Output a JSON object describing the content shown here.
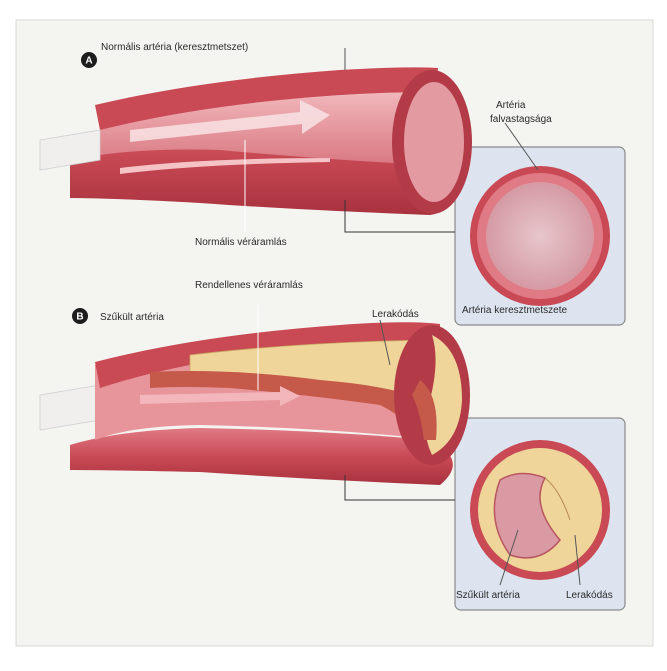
{
  "panel_a": {
    "badge": "A",
    "title": "Normális artéria (keresztmetszet)",
    "wall_label_line1": "Artéria",
    "wall_label_line2": "falvastagsága",
    "flow_label": "Normális véráramlás",
    "cross_section_label": "Artéria keresztmetszete"
  },
  "panel_b": {
    "badge": "B",
    "title": "Szűkült artéria",
    "flow_label": "Rendellenes véráramlás",
    "plaque_label": "Lerakódás",
    "narrowed_label": "Szűkült artéria",
    "plaque_label_2": "Lerakódás"
  },
  "colors": {
    "artery_outer": "#c94a55",
    "artery_inner": "#e8949b",
    "plaque": "#efd59a",
    "lumen_blood": "#c55a4a",
    "inset_bg": "#dde3ef"
  }
}
